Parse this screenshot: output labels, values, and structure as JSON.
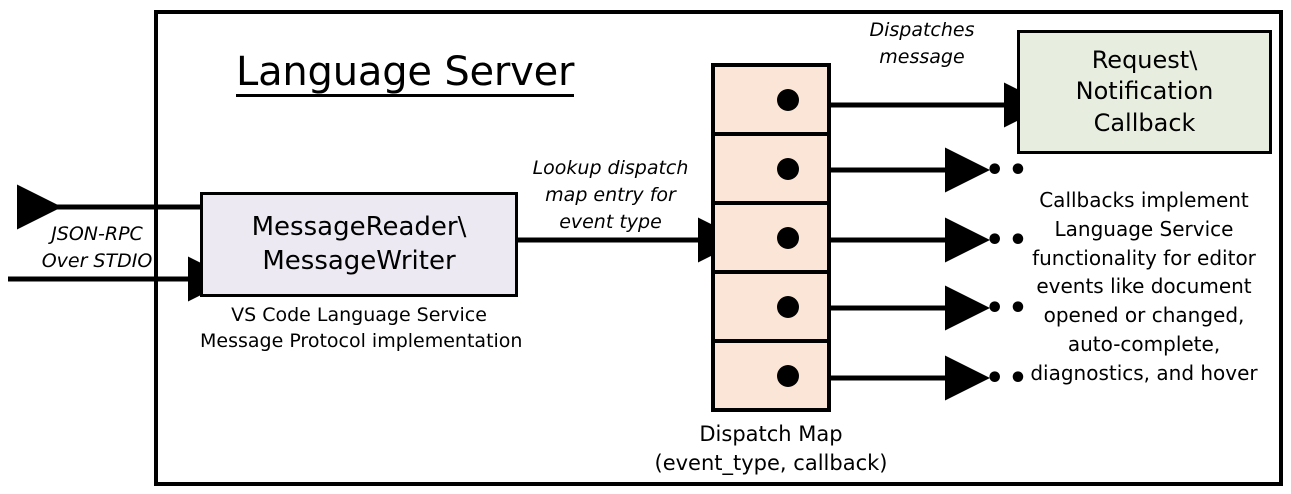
{
  "diagram": {
    "title": "Language Server",
    "outer_border_color": "#000000",
    "background": "#ffffff"
  },
  "protocol": {
    "lines": [
      "JSON-RPC",
      "Over STDIO"
    ],
    "outbound_arrow": "arrow-left",
    "inbound_arrow": "arrow-right"
  },
  "reader_writer": {
    "lines": [
      "MessageReader\\",
      "MessageWriter"
    ],
    "fill": "#ece9f2",
    "caption": [
      "VS Code Language Service",
      "Message Protocol implementation"
    ]
  },
  "lookup_edge": {
    "lines": [
      "Lookup dispatch",
      "map entry for",
      "event type"
    ]
  },
  "dispatch_map": {
    "fill": "#fbe5d6",
    "rows": [
      {
        "id": "row-1",
        "marker": "filled-dot"
      },
      {
        "id": "row-2",
        "marker": "filled-dot"
      },
      {
        "id": "row-3",
        "marker": "filled-dot"
      },
      {
        "id": "row-4",
        "marker": "filled-dot"
      },
      {
        "id": "row-5",
        "marker": "filled-dot"
      }
    ],
    "caption": [
      "Dispatch Map",
      "(event_type, callback)"
    ]
  },
  "dispatch_edge": {
    "lines": [
      "Dispatches",
      "message"
    ]
  },
  "callback": {
    "lines": [
      "Request\\",
      "Notification",
      "Callback"
    ],
    "fill": "#e8eedf",
    "caption": [
      "Callbacks implement",
      "Language Service",
      "functionality for editor",
      "events like document",
      "opened or changed,",
      "auto-complete,",
      "diagnostics, and hover"
    ]
  },
  "ellipses": {
    "glyph": "•••",
    "count": 4
  }
}
